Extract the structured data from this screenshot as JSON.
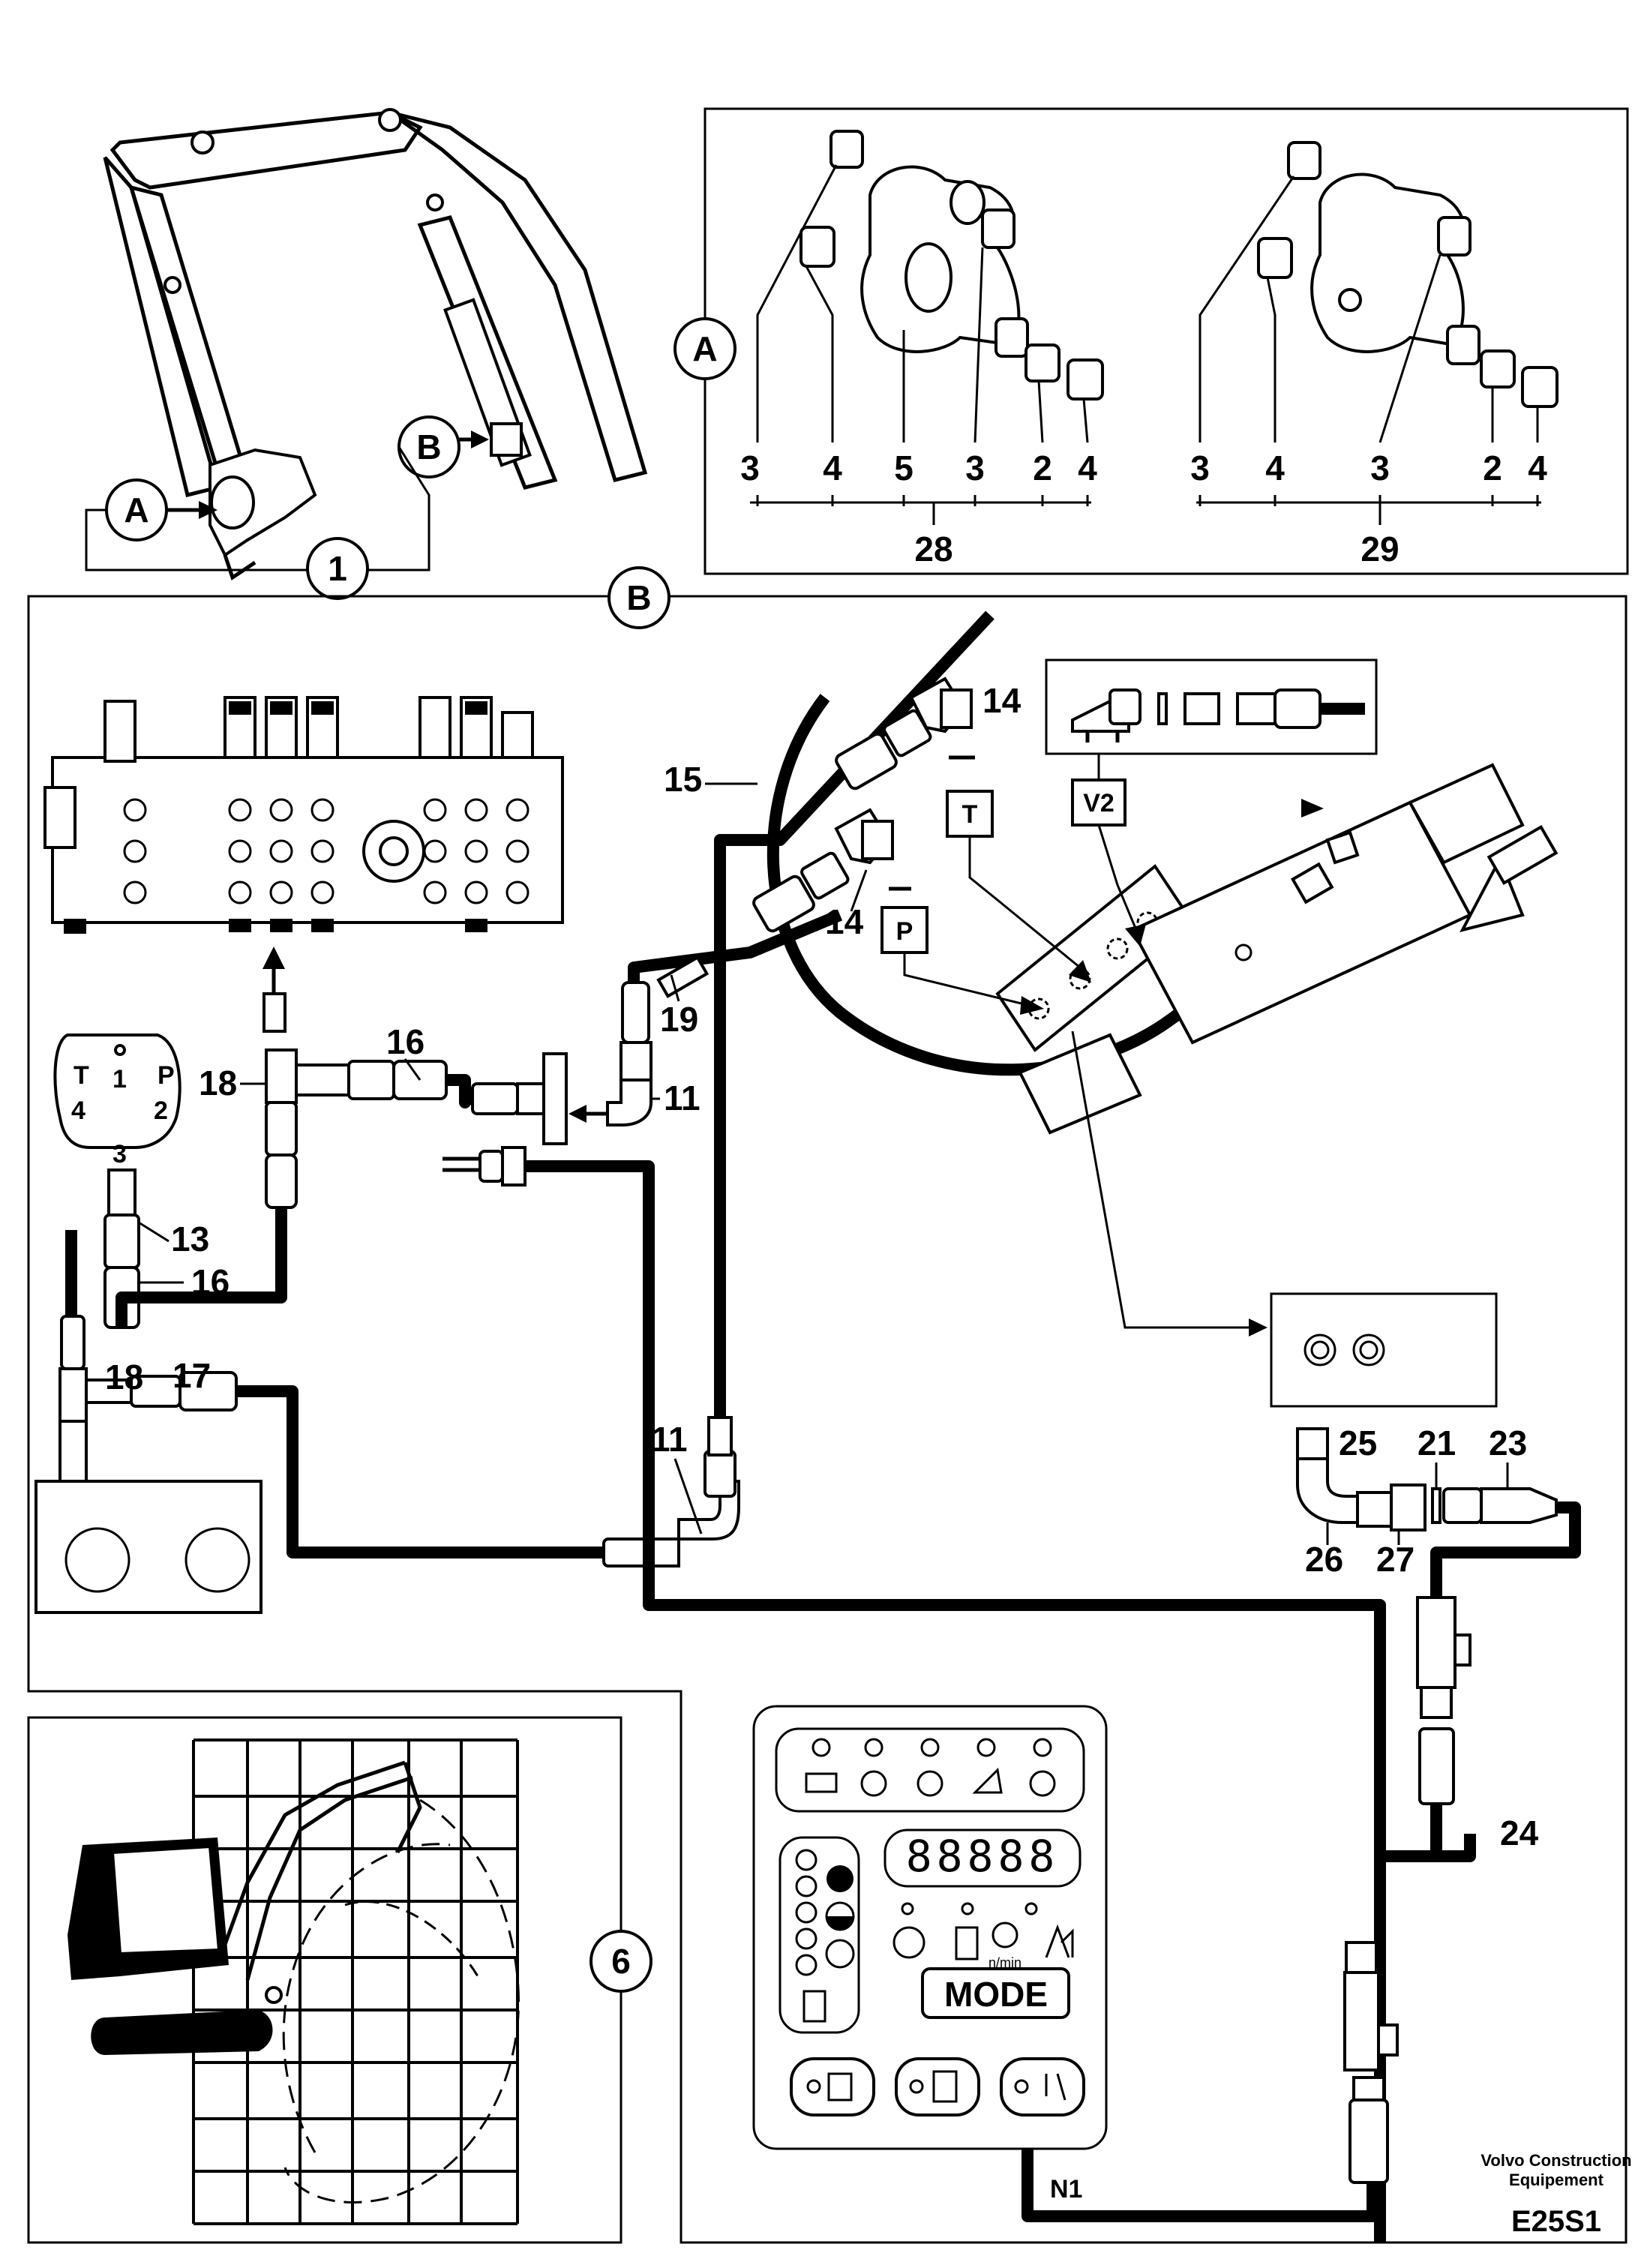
{
  "callouts": {
    "A": "A",
    "B": "B",
    "one": "1",
    "six": "6"
  },
  "kit28": {
    "parts": [
      "3",
      "4",
      "5",
      "3",
      "2",
      "4"
    ],
    "total": "28"
  },
  "kit29": {
    "parts": [
      "3",
      "4",
      "3",
      "2",
      "4"
    ],
    "total": "29"
  },
  "parts": {
    "p11a": "11",
    "p11b": "11",
    "p13": "13",
    "p14a": "14",
    "p14b": "14",
    "p15": "15",
    "p16a": "16",
    "p16b": "16",
    "p17": "17",
    "p18a": "18",
    "p18b": "18",
    "p19": "19",
    "p21": "21",
    "p23": "23",
    "p24": "24",
    "p25": "25",
    "p26": "26",
    "p27": "27"
  },
  "port_boxes": {
    "T": "T",
    "P": "P",
    "V2": "V2"
  },
  "valve_ports": {
    "T": "T",
    "one": "1",
    "P": "P",
    "four": "4",
    "two": "2",
    "three": "3"
  },
  "panel": {
    "display": "88888",
    "speed_unit": "n/min",
    "mode_button": "MODE",
    "connector": "N1"
  },
  "footer": {
    "maker_line1": "Volvo Construction",
    "maker_line2": "Equipement",
    "code": "E25S1"
  }
}
